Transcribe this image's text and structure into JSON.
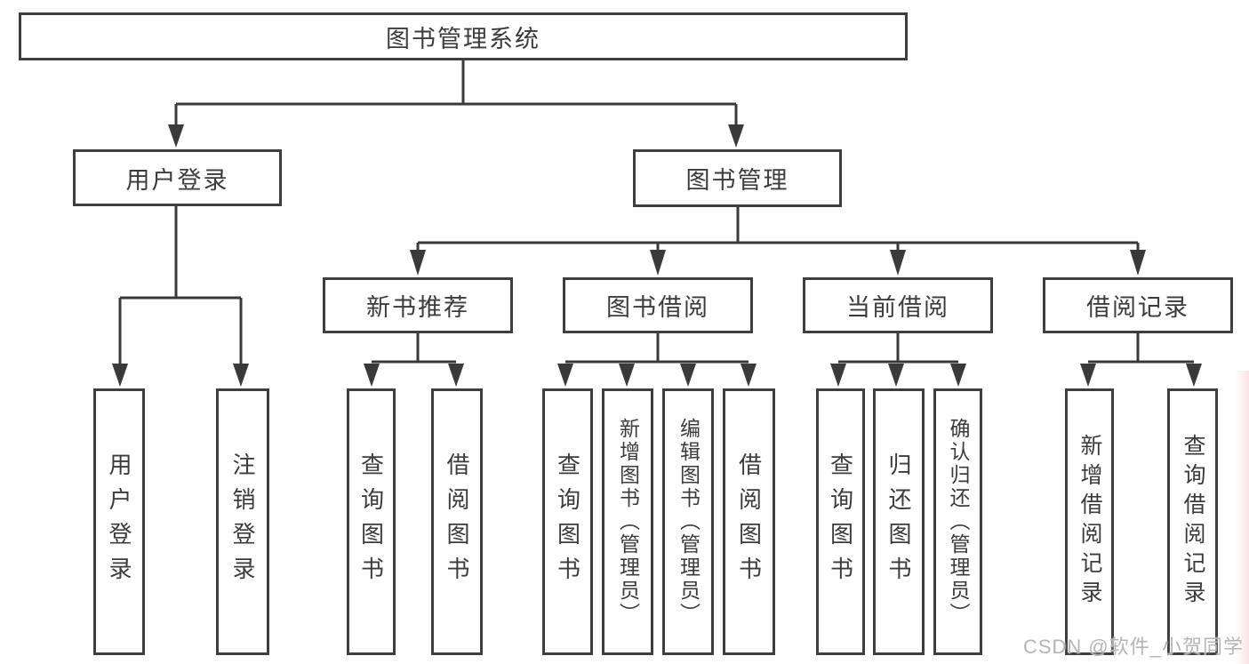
{
  "diagram": {
    "root": {
      "label": "图书管理系统"
    },
    "branches": [
      {
        "label": "用户登录",
        "children": [
          {
            "label": "用户登录"
          },
          {
            "label": "注销登录"
          }
        ]
      },
      {
        "label": "图书管理",
        "children": [
          {
            "label": "新书推荐",
            "children": [
              {
                "label": "查询图书"
              },
              {
                "label": "借阅图书"
              }
            ]
          },
          {
            "label": "图书借阅",
            "children": [
              {
                "label": "查询图书"
              },
              {
                "label": "新增图书（管理员）"
              },
              {
                "label": "编辑图书（管理员）"
              },
              {
                "label": "借阅图书"
              }
            ]
          },
          {
            "label": "当前借阅",
            "children": [
              {
                "label": "查询图书"
              },
              {
                "label": "归还图书"
              },
              {
                "label": "确认归还（管理员）"
              }
            ]
          },
          {
            "label": "借阅记录",
            "children": [
              {
                "label": "新增借阅记录"
              },
              {
                "label": "查询借阅记录"
              }
            ]
          }
        ]
      }
    ]
  },
  "watermark": {
    "text": "CSDN @软件_小贺同学",
    "color": "#b5b5b5"
  },
  "colors": {
    "line": "#3a3a3a",
    "box_border": "#3e3e3e",
    "box_background": "#ffffff",
    "text": "#3b3b3b"
  }
}
